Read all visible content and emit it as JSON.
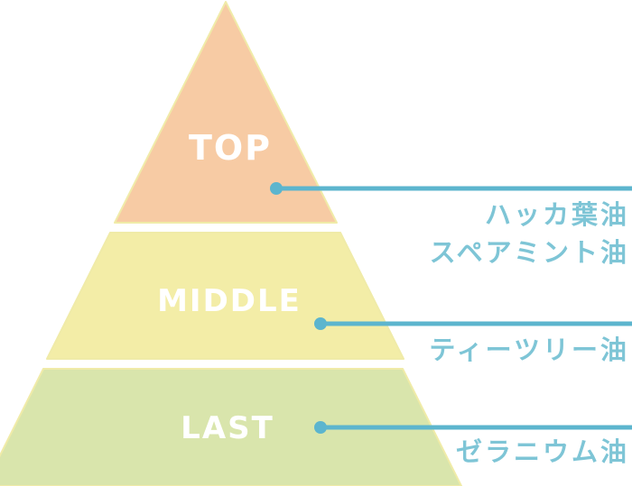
{
  "background_color": "#FFFFFF",
  "colors": {
    "top_tier_fill": "#F7CBA4",
    "middle_tier_fill": "#F3EDA7",
    "last_tier_fill": "#D9E5AC",
    "tier_stroke": "#F0EBA8",
    "callout_line": "#5CB5CE",
    "note_text": "#7EC5D6",
    "tier_label_text": "#FFFFFF"
  },
  "tiers": [
    {
      "label": "TOP",
      "notes": [
        "ハッカ葉油",
        "スペアミント油"
      ]
    },
    {
      "label": "MIDDLE",
      "notes": [
        "ティーツリー油"
      ]
    },
    {
      "label": "LAST",
      "notes": [
        "ゼラニウム油"
      ]
    }
  ]
}
